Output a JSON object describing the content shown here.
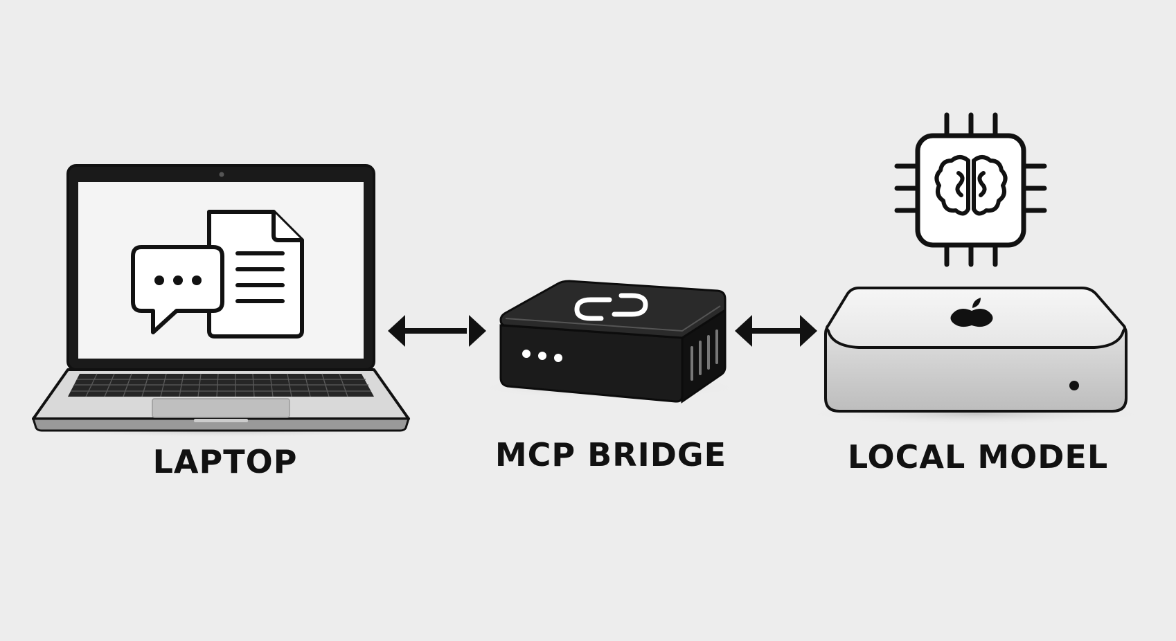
{
  "nodes": [
    {
      "id": "laptop",
      "label": "LAPTOP",
      "icons": [
        "chat-bubble-icon",
        "document-icon"
      ]
    },
    {
      "id": "bridge",
      "label": "MCP BRIDGE",
      "icons": [
        "link-icon"
      ]
    },
    {
      "id": "model",
      "label": "LOCAL MODEL",
      "icons": [
        "brain-chip-icon",
        "apple-logo-icon"
      ]
    }
  ],
  "edges": [
    {
      "from": "laptop",
      "to": "bridge",
      "direction": "bidirectional"
    },
    {
      "from": "bridge",
      "to": "model",
      "direction": "bidirectional"
    }
  ],
  "colors": {
    "background": "#ededed",
    "ink": "#111111",
    "bridge_body": "#1e1e1e",
    "silver": "#cfcfcf"
  }
}
